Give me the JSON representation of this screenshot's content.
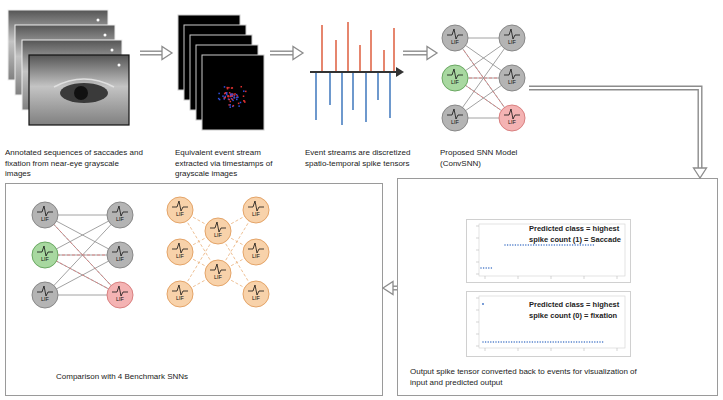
{
  "diagram": {
    "nodes": [
      {
        "text": [
          "Annotated sequences of saccades and fixation from near-eye grayscale images"
        ]
      },
      {
        "text": [
          "Equivalent event stream extracted via timestamps of grayscale images"
        ]
      },
      {
        "text": [
          "Event streams are discretized spatio-temporal spike tensors"
        ]
      },
      {
        "text": [
          "Proposed SNN Model (ConvSNN)"
        ]
      },
      {
        "text": [
          "Comparison with 4 Benchmark SNNs"
        ]
      },
      {
        "text": [
          "Output spike tensor converted back to events for visualization of input and predicted output"
        ]
      },
      {
        "text": [
          "Predicted class = highest spike count (1) = Saccade"
        ],
        "in": 5
      },
      {
        "text": [
          "Predicted class = highest spike count (0) = fixation"
        ],
        "in": 5
      }
    ],
    "edges": [
      {
        "from": 0,
        "to": 1,
        "arrow": "to"
      },
      {
        "from": 1,
        "to": 2,
        "arrow": "to"
      },
      {
        "from": 2,
        "to": 3,
        "arrow": "to"
      },
      {
        "from": 3,
        "to": 5,
        "arrow": "to"
      },
      {
        "from": 5,
        "to": 4,
        "arrow": "to"
      }
    ],
    "labels": [
      "LIF",
      "LIF",
      "LIF",
      "LIF",
      "LIF",
      "LIF",
      "LIF",
      "LIF",
      "LIF",
      "LIF",
      "LIF",
      "LIF",
      "LIF",
      "LIF",
      "LIF",
      "LIF",
      "LIF",
      "LIF",
      "LIF",
      "LIF"
    ]
  }
}
